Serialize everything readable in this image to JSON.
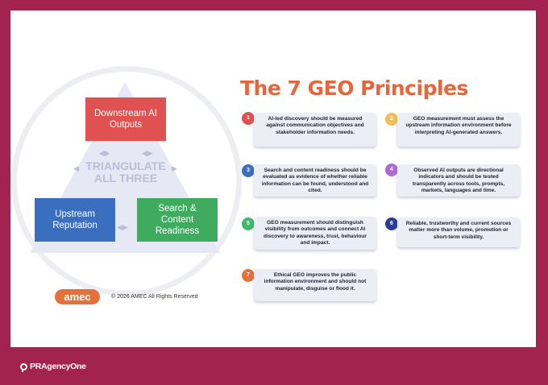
{
  "diagram": {
    "boxes": {
      "top": "Downstream AI Outputs",
      "left": "Upstream Reputation",
      "right": "Search & Content Readiness"
    },
    "center_label_line1": "TRIANGULATE",
    "center_label_line2": "ALL THREE"
  },
  "branding": {
    "amec_logo": "amec",
    "copyright": "© 2026 AMEC All Rights Reserved",
    "footer_logo": "PRAgencyOne"
  },
  "principles_title": "The 7 GEO Principles",
  "colors": {
    "background": "#a3234f",
    "title": "#e76538",
    "box_red": "#e05252",
    "box_blue": "#3a6fc0",
    "box_green": "#3fab5e"
  },
  "principles": [
    {
      "number": "1",
      "color": "#e05252",
      "text": "AI-led discovery should be measured against communication objectives and stakeholder information needs."
    },
    {
      "number": "2",
      "color": "#f2c04f",
      "text": "GEO measurement must assess the upstream information environment before interpreting AI-generated answers."
    },
    {
      "number": "3",
      "color": "#3a6fc0",
      "text": "Search and content readiness should be evaluated as evidence of whether reliable information can be found, understood and cited."
    },
    {
      "number": "4",
      "color": "#b06ad6",
      "text": "Observed AI outputs are directional indicators and should be tested transparently across tools, prompts, markets, languages and time."
    },
    {
      "number": "5",
      "color": "#3fb86a",
      "text": "GEO measurement should distinguish visibility from outcomes and connect AI discovery to awareness, trust, behaviour and impact."
    },
    {
      "number": "6",
      "color": "#2a3d9a",
      "text": "Reliable, trustworthy and current sources matter more than volume, promotion or short-term visibility."
    },
    {
      "number": "7",
      "color": "#e5713a",
      "text": "Ethical GEO improves the public information environment and should not manipulate, disguise or flood it."
    }
  ]
}
